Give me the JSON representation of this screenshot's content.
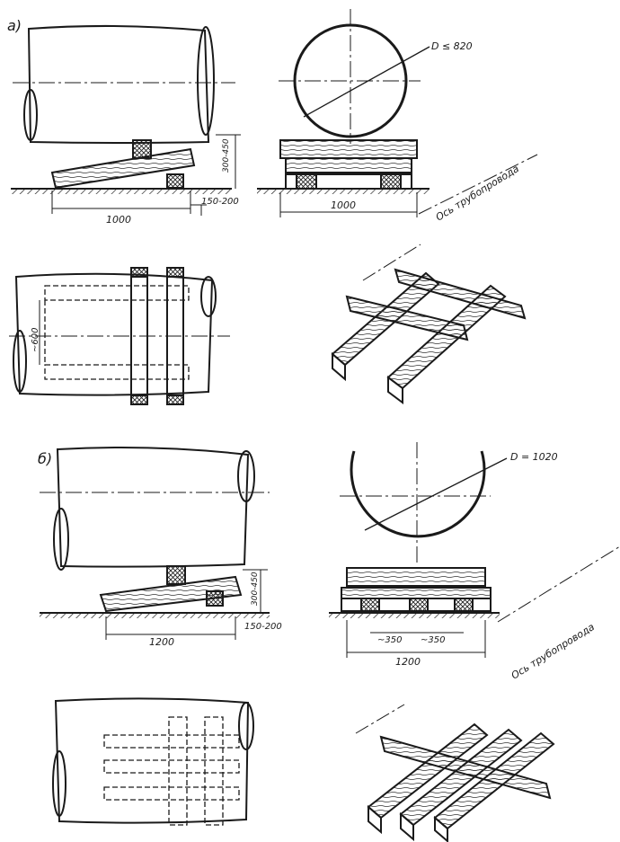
{
  "variant_a": {
    "label": "а)",
    "diameter": "D ≤ 820",
    "height_range": "300-450",
    "offset_range": "150-200",
    "side_length": "1000",
    "front_length": "1000",
    "plan_spacing": "~600",
    "axis_label": "Ось трубопровода"
  },
  "variant_b": {
    "label": "б)",
    "diameter": "D = 1020",
    "height_range": "300-450",
    "offset_range": "150-200",
    "side_length": "1200",
    "front_length": "1200",
    "spacing_left": "~350",
    "spacing_right": "~350",
    "axis_label": "Ось трубопровода"
  }
}
